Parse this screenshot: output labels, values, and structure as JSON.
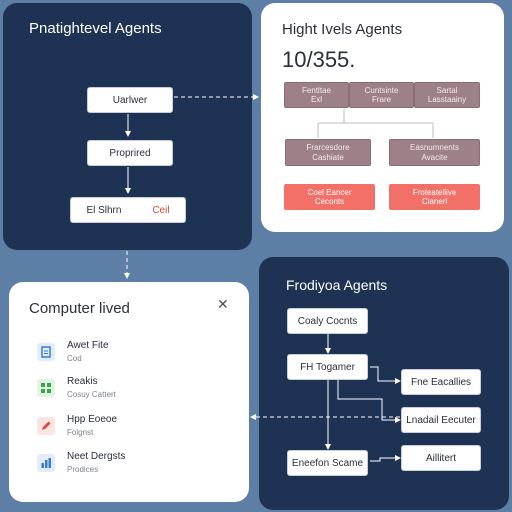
{
  "panel_tl": {
    "title": "Pnatightevel Agents",
    "nodes": {
      "top": "Uarlwer",
      "middle": "Proprired",
      "bottom_left": "El Slhrn",
      "bottom_right": "Ceil"
    }
  },
  "panel_tr": {
    "title": "Hight Ivels Agents",
    "metric": "10/355.",
    "row1": [
      {
        "line1": "Fentltae",
        "line2": "Exl"
      },
      {
        "line1": "Cuntsinte",
        "line2": "Frare"
      },
      {
        "line1": "Sartal",
        "line2": "Lasstaainy"
      }
    ],
    "row2": [
      {
        "line1": "Frarcesdore",
        "line2": "Cashiate"
      },
      {
        "line1": "Easnumnents",
        "line2": "Avacite"
      }
    ],
    "row3": [
      {
        "line1": "Coel Eancer",
        "line2": "Ceconts"
      },
      {
        "line1": "Froteatellive",
        "line2": "Cianerl"
      }
    ]
  },
  "panel_bl": {
    "title": "Computer lived",
    "close_glyph": "✕",
    "items": [
      {
        "title": "Awet Fite",
        "subtitle": "Cod",
        "icon": "document-icon",
        "color": "#3a7bd5"
      },
      {
        "title": "Reakis",
        "subtitle": "Cosuy Cattert",
        "icon": "grid-icon",
        "color": "#3aa64a"
      },
      {
        "title": "Hpp Eoeoe",
        "subtitle": "Folgnst",
        "icon": "pencil-icon",
        "color": "#e0463c"
      },
      {
        "title": "Neet Dergsts",
        "subtitle": "Prodices",
        "icon": "chart-icon",
        "color": "#3a7bd5"
      }
    ]
  },
  "panel_br": {
    "title": "Frodiyoa Agents",
    "nodes": {
      "n1": "Coaly Cocnts",
      "n2": "FH Togamer",
      "n3": "Eneefon Scame",
      "r1": "Fne Eacallies",
      "r2": "Lnadail Eecuter",
      "r3": "Aillitert"
    }
  },
  "colors": {
    "background": "#5d7fa6",
    "dark_panel": "#1e3254",
    "mauve_box": "#9e8088",
    "coral_box": "#f27068"
  }
}
